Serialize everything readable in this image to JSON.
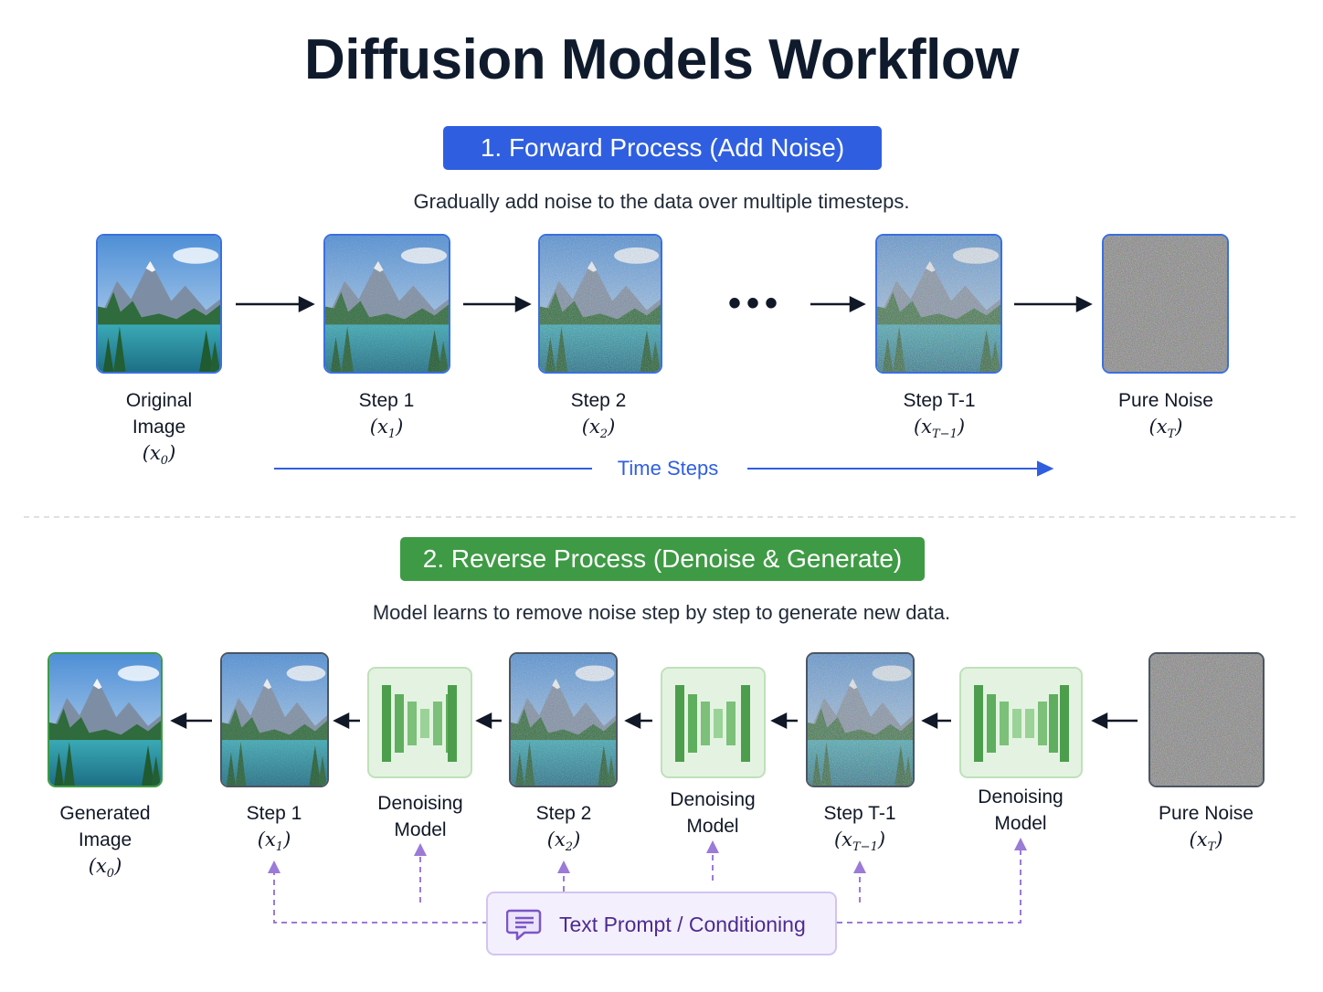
{
  "title": "Diffusion Models Workflow",
  "forward": {
    "banner": "1. Forward Process (Add Noise)",
    "description": "Gradually add noise to the data over multiple timesteps.",
    "steps": [
      {
        "label": "Original Image",
        "var": "x",
        "sub": "0"
      },
      {
        "label": "Step 1",
        "var": "x",
        "sub": "1"
      },
      {
        "label": "Step 2",
        "var": "x",
        "sub": "2"
      },
      {
        "label": "Step T-1",
        "var": "x",
        "sub": "T−1"
      },
      {
        "label": "Pure Noise",
        "var": "x",
        "sub": "T"
      }
    ],
    "ellipsis": "•••",
    "timeline_label": "Time Steps"
  },
  "reverse": {
    "banner": "2. Reverse Process (Denoise & Generate)",
    "description": "Model learns to remove noise step by step to generate new data.",
    "steps": [
      {
        "label": "Generated Image",
        "var": "x",
        "sub": "0"
      },
      {
        "label": "Step 1",
        "var": "x",
        "sub": "1"
      },
      {
        "label": "Step 2",
        "var": "x",
        "sub": "2"
      },
      {
        "label": "Step T-1",
        "var": "x",
        "sub": "T−1"
      },
      {
        "label": "Pure Noise",
        "var": "x",
        "sub": "T"
      }
    ],
    "model_label": "Denoising Model",
    "conditioning_label": "Text Prompt / Conditioning"
  },
  "colors": {
    "forward_banner": "#2f5fe0",
    "reverse_banner": "#3f9a45",
    "timeline": "#2f5fe0",
    "conditioning": "#9b7ad8",
    "model_bar": "#4c9e4d",
    "title": "#0f1b2d"
  },
  "icons": [
    "arrow-right-icon",
    "arrow-left-icon",
    "neural-network-icon",
    "chat-bubble-icon"
  ]
}
